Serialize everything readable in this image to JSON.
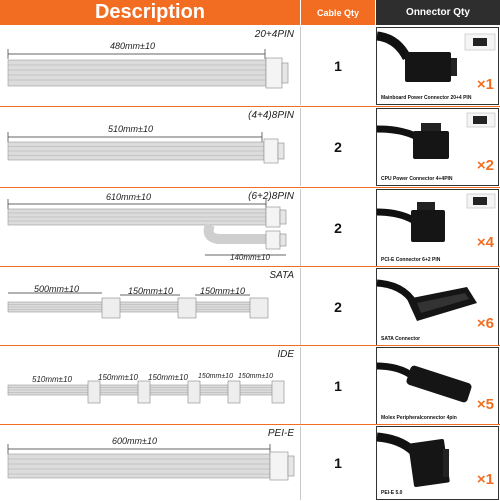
{
  "header": {
    "description": "Description",
    "cable_qty": "Cable Qty",
    "connector_qty": "Onnector Qty"
  },
  "rows": [
    {
      "name": "20+4PIN",
      "lengths": [
        "480mm±10"
      ],
      "qty": "1",
      "connector_label": "Mainboard Power Connector 20+4 PIN",
      "multiplier": "×1"
    },
    {
      "name": "(4+4)8PIN",
      "lengths": [
        "510mm±10"
      ],
      "qty": "2",
      "connector_label": "CPU Power Connector 4+4PIN",
      "multiplier": "×2"
    },
    {
      "name": "(6+2)8PIN",
      "lengths": [
        "610mm±10",
        "140mm±10"
      ],
      "qty": "2",
      "connector_label": "PCI-E Connector 6+2 PIN",
      "multiplier": "×4"
    },
    {
      "name": "SATA",
      "lengths": [
        "500mm±10",
        "150mm±10",
        "150mm±10"
      ],
      "qty": "2",
      "connector_label": "SATA Connector",
      "multiplier": "×6"
    },
    {
      "name": "IDE",
      "lengths": [
        "510mm±10",
        "150mm±10",
        "150mm±10",
        "150mm±10",
        "150mm±10"
      ],
      "qty": "1",
      "connector_label": "Molex Peripheralconnector 4pin",
      "multiplier": "×5"
    },
    {
      "name": "PEI-E",
      "lengths": [
        "600mm±10"
      ],
      "qty": "1",
      "connector_label": "PEI-E 5.0",
      "multiplier": "×1"
    }
  ],
  "colors": {
    "accent": "#f26d21",
    "dark_header": "#2e2e2e",
    "cable_gray": "#d4d4d4",
    "connector_black": "#111111"
  }
}
